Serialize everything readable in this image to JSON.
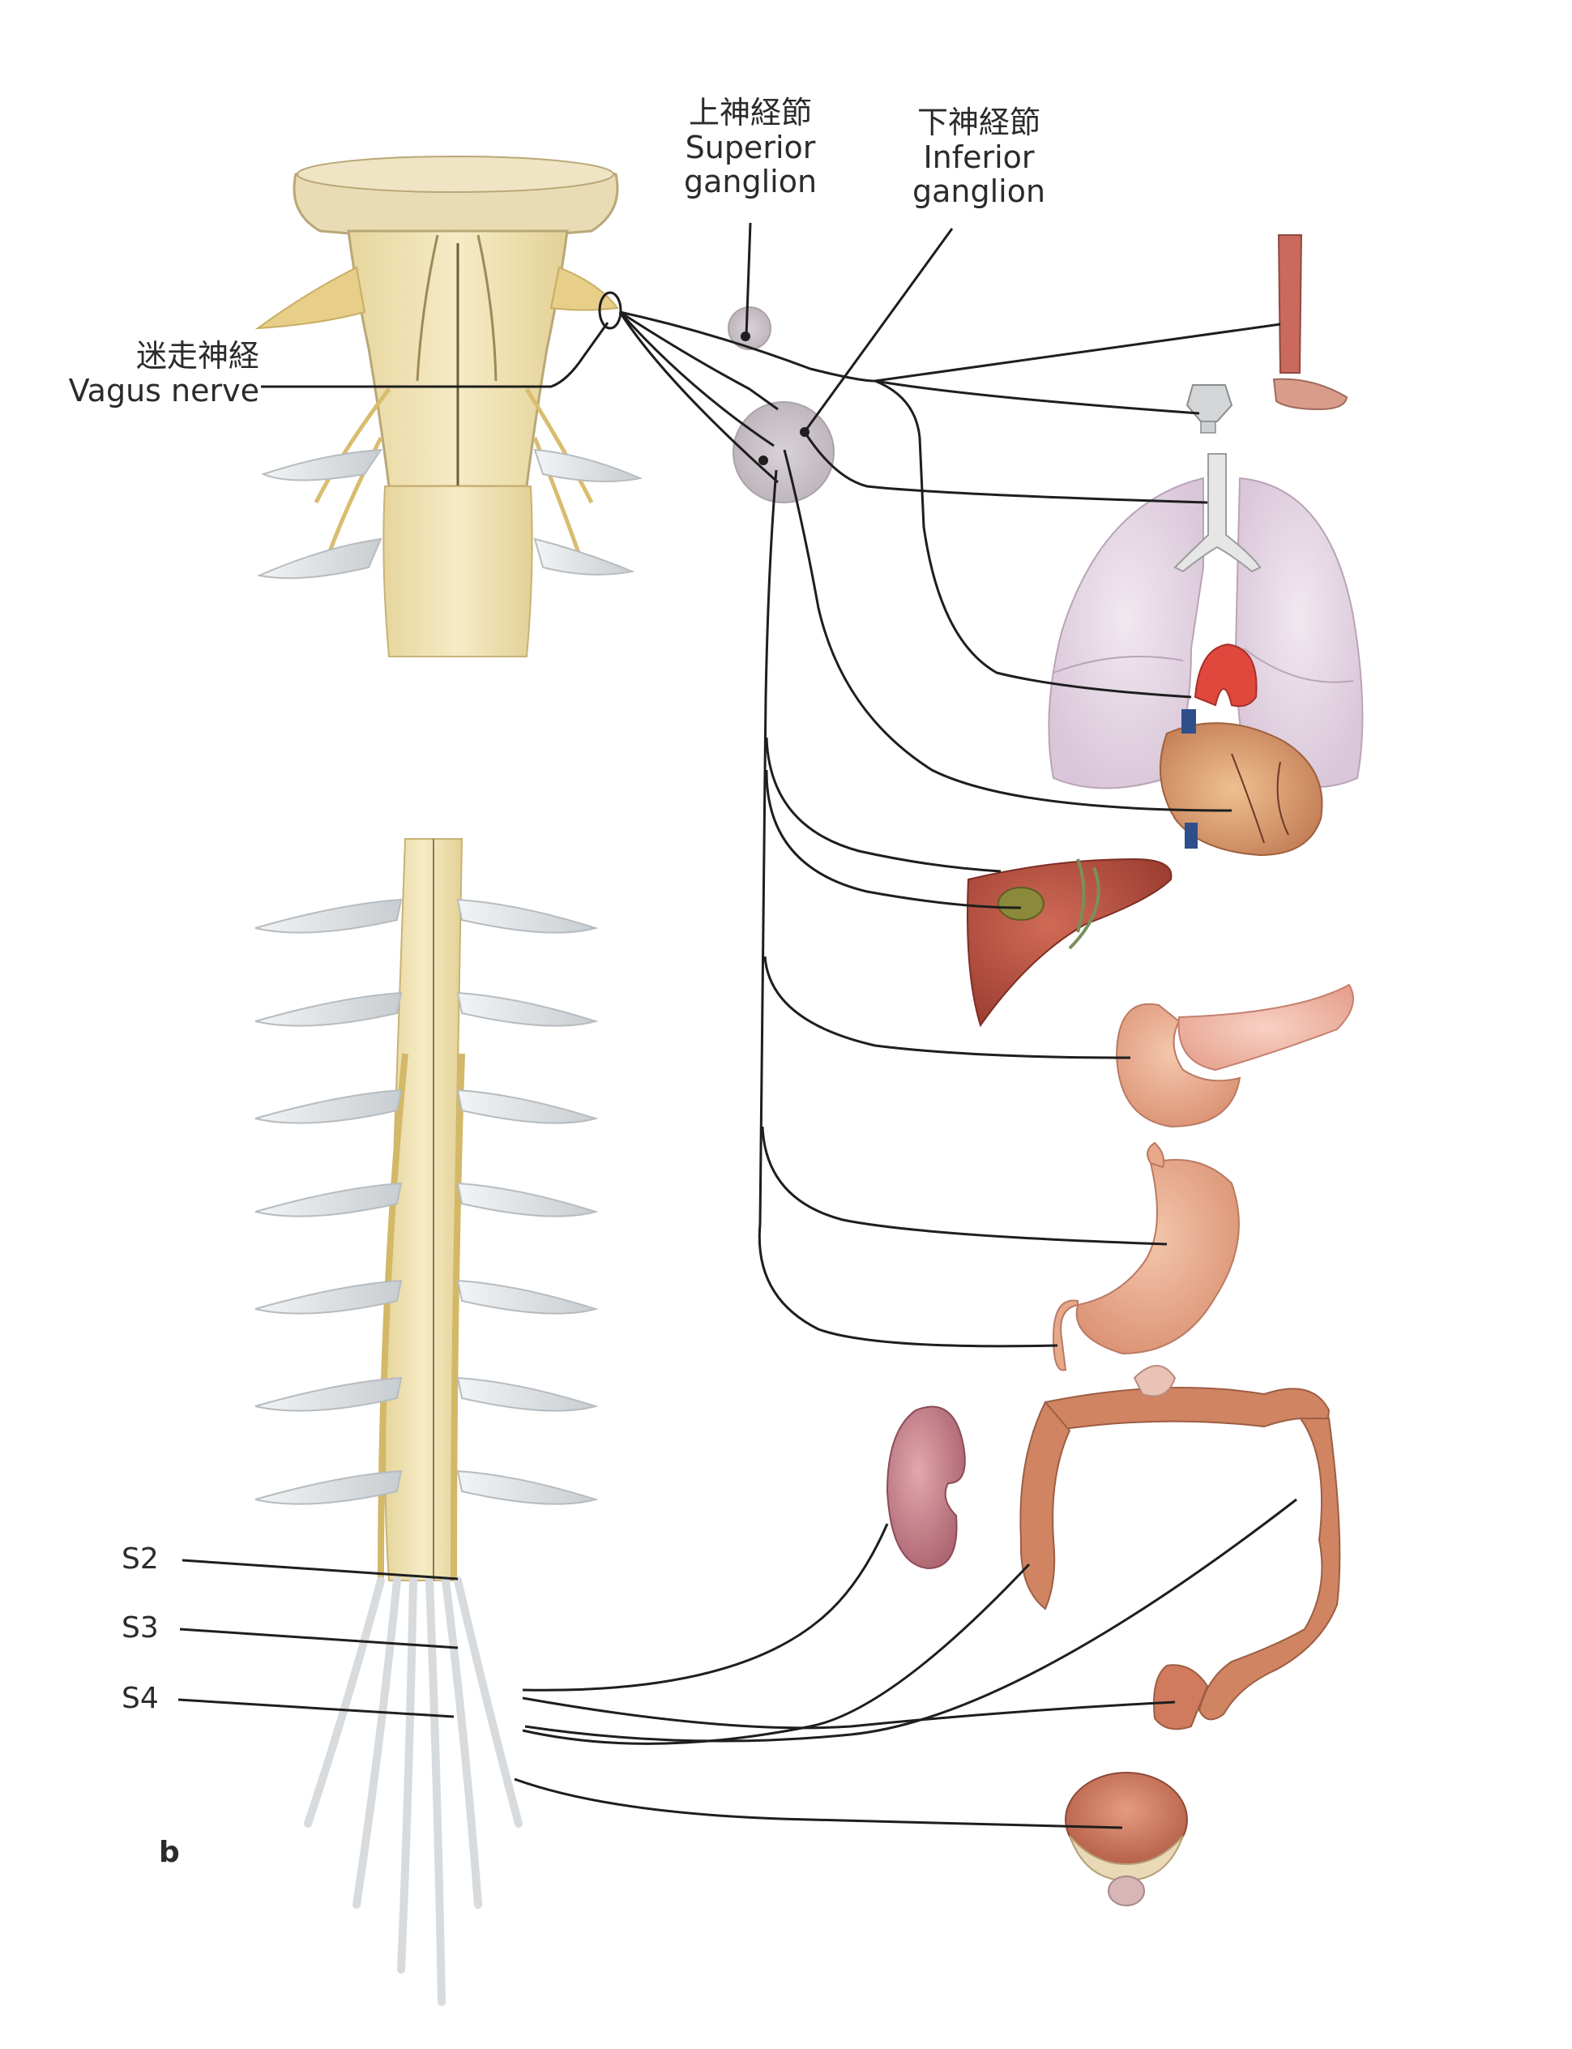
{
  "labels": {
    "superior_ganglion_ja": "上神経節",
    "superior_ganglion_en_1": "Superior",
    "superior_ganglion_en_2": "ganglion",
    "inferior_ganglion_ja": "下神経節",
    "inferior_ganglion_en_1": "Inferior",
    "inferior_ganglion_en_2": "ganglion",
    "vagus_ja": "迷走神経",
    "vagus_en": "Vagus nerve",
    "s2": "S2",
    "s3": "S3",
    "s4": "S4",
    "figure_letter": "b"
  },
  "colors": {
    "nerve_line": "#1e1e1e",
    "spinal_cord": "#efe2b3",
    "nerve_yellow": "#e6cf86",
    "nerve_roots": "#d9dde0",
    "ganglion": "#cdc6cc",
    "lung": "#e7dbe6",
    "heart": "#d8a071",
    "aorta": "#e0483d",
    "liver": "#b5503f",
    "pancreas": "#f1b8a9",
    "stomach": "#e8a98a",
    "colon": "#d08462",
    "kidney": "#c47b85",
    "bladder": "#c97562",
    "esophagus": "#c96a5c"
  }
}
